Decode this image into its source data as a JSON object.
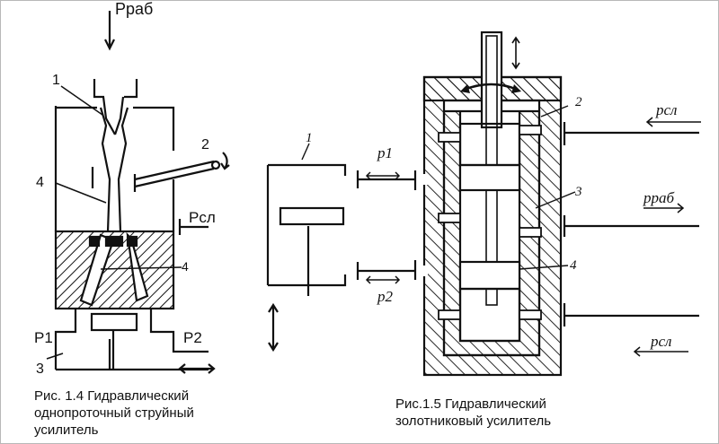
{
  "figure_left": {
    "labels": {
      "p_work": "Pраб",
      "p_drain": "Pсл",
      "p1": "P1",
      "p2": "P2",
      "n1": "1",
      "n2": "2",
      "n3": "3",
      "n4": "4",
      "n4b": "4"
    },
    "caption_lines": [
      "Рис. 1.4 Гидравлический",
      "однопроточный струйный",
      "усилитель"
    ]
  },
  "figure_right": {
    "labels": {
      "n1": "1",
      "n2": "2",
      "n3": "3",
      "n4": "4",
      "p1": "p1",
      "p2": "p2",
      "p_drain_top": "pсл",
      "p_work": "pраб",
      "p_drain_bottom": "pсл"
    },
    "caption_lines": [
      "Рис.1.5 Гидравлический",
      "золотниковый усилитель"
    ]
  }
}
